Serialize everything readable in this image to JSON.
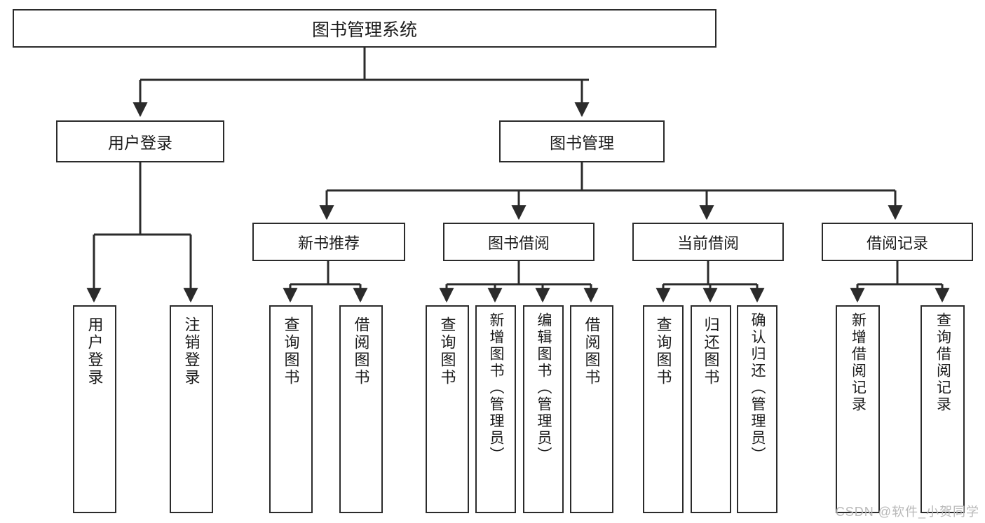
{
  "diagram": {
    "type": "tree",
    "title": "图书管理系统",
    "root": {
      "id": "root",
      "label": "图书管理系统"
    },
    "level1": [
      {
        "id": "user-login",
        "label": "用户登录"
      },
      {
        "id": "book-manage",
        "label": "图书管理"
      }
    ],
    "level2": [
      {
        "id": "new-book-recommend",
        "label": "新书推荐",
        "parent": "book-manage"
      },
      {
        "id": "book-borrow",
        "label": "图书借阅",
        "parent": "book-manage"
      },
      {
        "id": "current-borrow",
        "label": "当前借阅",
        "parent": "book-manage"
      },
      {
        "id": "borrow-record",
        "label": "借阅记录",
        "parent": "book-manage"
      }
    ],
    "leaves": [
      {
        "id": "leaf-user-login",
        "label": "用户登录",
        "parent": "user-login"
      },
      {
        "id": "leaf-user-logout",
        "label": "注销登录",
        "parent": "user-login"
      },
      {
        "id": "leaf-query-book-1",
        "label": "查询图书",
        "parent": "new-book-recommend"
      },
      {
        "id": "leaf-borrow-book-1",
        "label": "借阅图书",
        "parent": "new-book-recommend"
      },
      {
        "id": "leaf-query-book-2",
        "label": "查询图书",
        "parent": "book-borrow"
      },
      {
        "id": "leaf-add-book",
        "label": "新增图书（管理员）",
        "parent": "book-borrow"
      },
      {
        "id": "leaf-edit-book",
        "label": "编辑图书（管理员）",
        "parent": "book-borrow"
      },
      {
        "id": "leaf-borrow-book-2",
        "label": "借阅图书",
        "parent": "book-borrow"
      },
      {
        "id": "leaf-query-book-3",
        "label": "查询图书",
        "parent": "current-borrow"
      },
      {
        "id": "leaf-return-book",
        "label": "归还图书",
        "parent": "current-borrow"
      },
      {
        "id": "leaf-confirm-return",
        "label": "确认归还（管理员）",
        "parent": "current-borrow"
      },
      {
        "id": "leaf-add-record",
        "label": "新增借阅记录",
        "parent": "borrow-record"
      },
      {
        "id": "leaf-query-record",
        "label": "查询借阅记录",
        "parent": "borrow-record"
      }
    ]
  },
  "watermark": {
    "text": "CSDN @软件_小贺同学"
  },
  "colors": {
    "box_border": "#2b2b2b",
    "connector": "#2b2b2b",
    "background": "#ffffff",
    "text": "#1b1b1b",
    "watermark": "#b9b9b9"
  }
}
